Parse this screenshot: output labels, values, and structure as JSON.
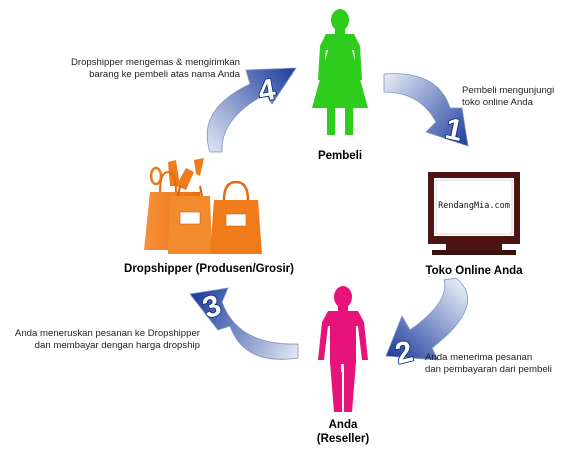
{
  "colors": {
    "buyer": "#2ecc1d",
    "reseller": "#e8137a",
    "dropshipper": "#f07b1a",
    "arrow_dark": "#1b3c9c",
    "arrow_light": "#e4eaf5",
    "monitor": "#4d1414"
  },
  "nodes": {
    "buyer": {
      "label": "Pembeli",
      "icon": "woman-icon"
    },
    "shop": {
      "label": "Toko Online Anda",
      "screen_text": "RendangMia.com",
      "icon": "monitor-icon"
    },
    "reseller": {
      "label_line1": "Anda",
      "label_line2": "(Reseller)",
      "icon": "man-icon"
    },
    "dropshipper": {
      "label": "Dropshipper (Produsen/Grosir)",
      "icon": "shopping-bags-icon"
    }
  },
  "steps": [
    {
      "number": "1",
      "text_line1": "Pembeli mengunjungi",
      "text_line2": "toko online  Anda"
    },
    {
      "number": "2",
      "text_line1": "Anda menerima pesanan",
      "text_line2": "dan pembayaran dari pembeli"
    },
    {
      "number": "3",
      "text_line1": "Anda meneruskan pesanan ke Dropshipper",
      "text_line2": "dan membayar dengan harga dropship"
    },
    {
      "number": "4",
      "text_line1": "Dropshipper mengemas & mengirimkan",
      "text_line2": "barang ke pembeli atas nama Anda"
    }
  ]
}
